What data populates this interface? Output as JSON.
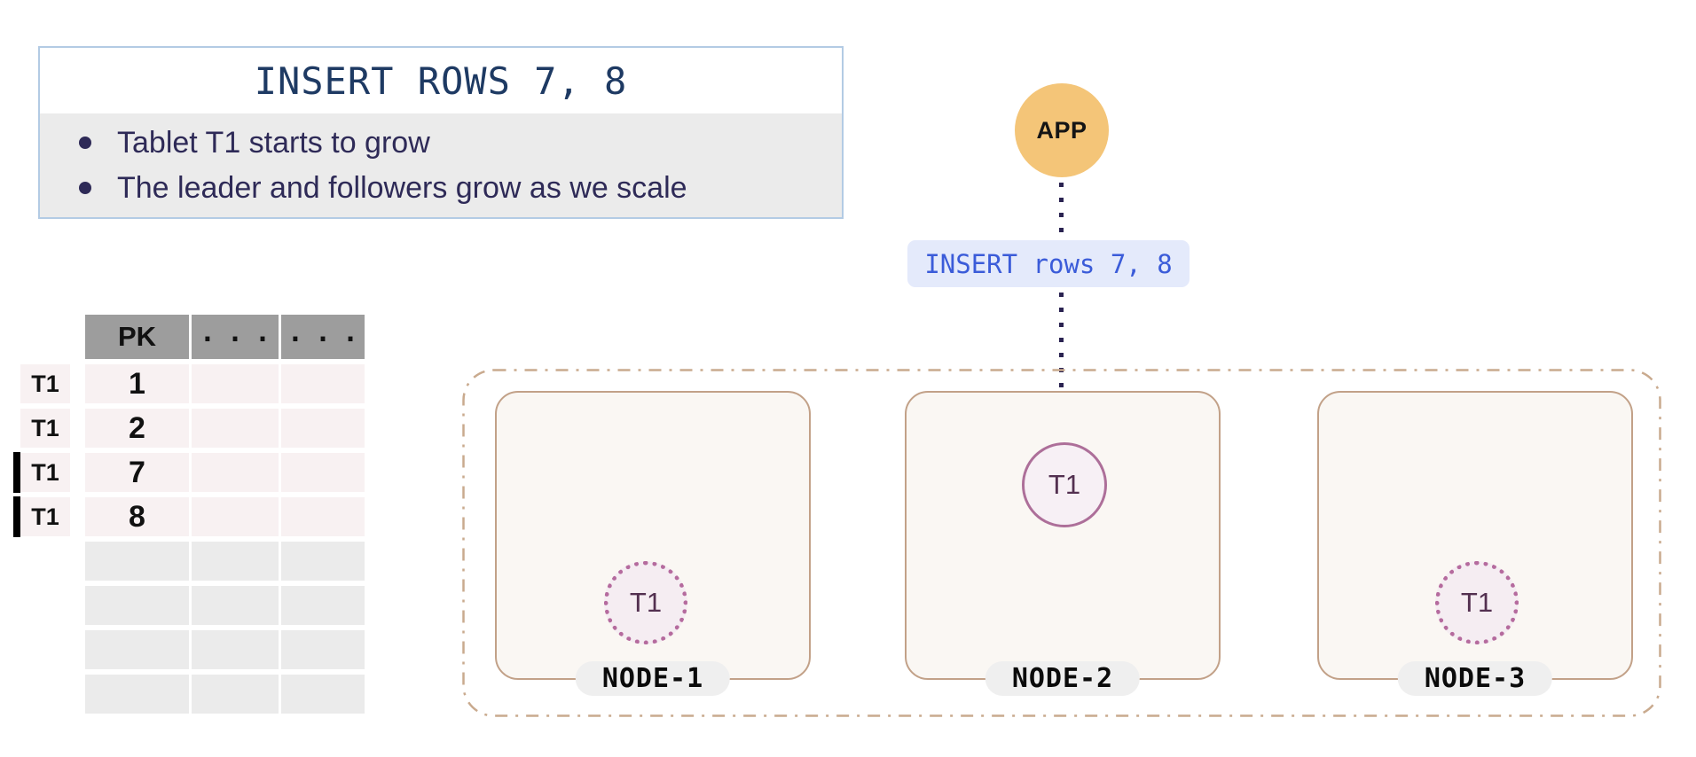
{
  "info_box": {
    "title": "INSERT ROWS 7, 8",
    "bullets": [
      "Tablet T1 starts to grow",
      "The leader and followers grow as we scale"
    ]
  },
  "table": {
    "headers": [
      "PK",
      "...",
      "..."
    ],
    "rows": [
      {
        "tablet": "T1",
        "pk": "1",
        "new": false
      },
      {
        "tablet": "T1",
        "pk": "2",
        "new": false
      },
      {
        "tablet": "T1",
        "pk": "7",
        "new": true
      },
      {
        "tablet": "T1",
        "pk": "8",
        "new": true
      }
    ],
    "empty_row_count": 4
  },
  "flow": {
    "app_label": "APP",
    "query_label": "INSERT rows 7, 8"
  },
  "cluster": {
    "nodes": [
      {
        "name": "NODE-1",
        "tablet": "T1",
        "role": "follower"
      },
      {
        "name": "NODE-2",
        "tablet": "T1",
        "role": "leader"
      },
      {
        "name": "NODE-3",
        "tablet": "T1",
        "role": "follower"
      }
    ]
  },
  "colors": {
    "info_border": "#b3cbe4",
    "info_title_text": "#1e3a63",
    "bullet_text": "#2e2a57",
    "section_gray": "#ebebeb",
    "table_header_bg": "#9d9d9d",
    "table_row_pink": "#f8f1f2",
    "app_circle": "#f4c578",
    "query_label_bg": "#e4eafb",
    "query_label_text": "#3b5cd9",
    "arrow_navy": "#2a2351",
    "cluster_dash": "#c9aa8e",
    "node_border": "#c2a188",
    "node_fill": "#faf7f3",
    "tablet_border": "#ad6f99",
    "tablet_fill": "#f5edf2",
    "tablet_text": "#533050",
    "node_pill_bg": "#efefef"
  }
}
